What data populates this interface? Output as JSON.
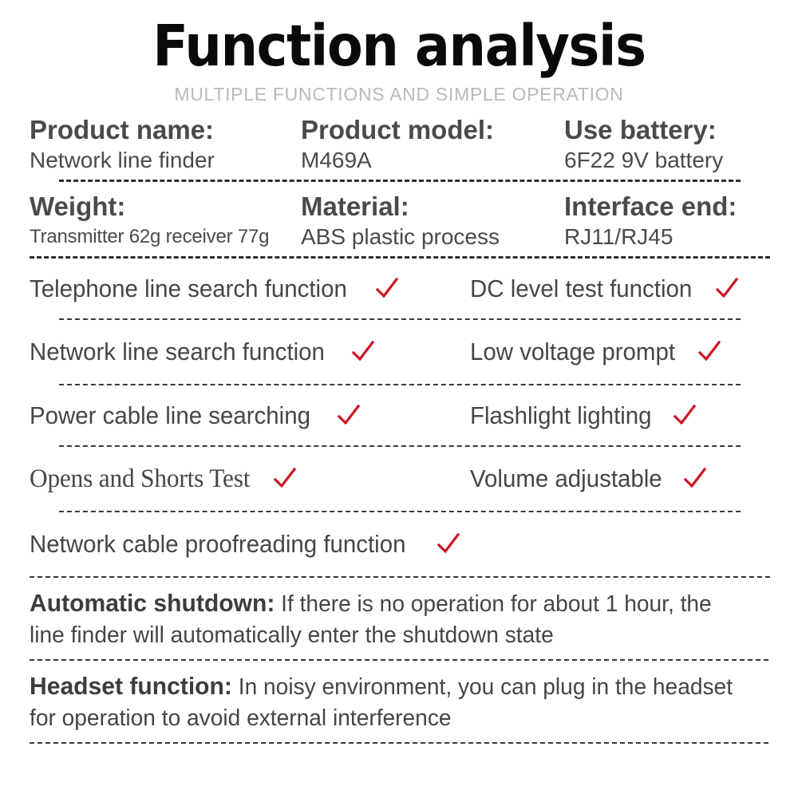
{
  "header": {
    "title": "Function analysis",
    "subtitle": "MULTIPLE FUNCTIONS AND SIMPLE OPERATION"
  },
  "colors": {
    "text": "#4a4a4a",
    "title": "#0a0a0a",
    "subtitle": "#b9b9b9",
    "check": "#cc1524",
    "dash": "#2e2e2e",
    "background": "#ffffff"
  },
  "specs": [
    {
      "cells": [
        {
          "label": "Product name:",
          "value": "Network line finder"
        },
        {
          "label": "Product model:",
          "value": "M469A"
        },
        {
          "label": "Use battery:",
          "value": "6F22 9V battery"
        }
      ]
    },
    {
      "cells": [
        {
          "label": "Weight:",
          "value": "Transmitter 62g receiver 77g"
        },
        {
          "label": "Material:",
          "value": "ABS plastic process"
        },
        {
          "label": "Interface end:",
          "value": "RJ11/RJ45"
        }
      ]
    }
  ],
  "features": [
    {
      "left": {
        "text": "Telephone line search function",
        "check": "check-icon"
      },
      "right": {
        "text": "DC level test function",
        "check": "check-icon"
      }
    },
    {
      "left": {
        "text": "Network line search function",
        "check": "check-icon"
      },
      "right": {
        "text": "Low voltage prompt",
        "check": "check-icon"
      }
    },
    {
      "left": {
        "text": "Power cable line searching",
        "check": "check-icon"
      },
      "right": {
        "text": "Flashlight lighting",
        "check": "check-icon"
      }
    },
    {
      "left": {
        "text": "Opens and Shorts Test",
        "check": "check-icon"
      },
      "right": {
        "text": "Volume adjustable",
        "check": "check-icon"
      }
    }
  ],
  "feature_full": {
    "text": "Network cable proofreading function",
    "check": "check-icon"
  },
  "paragraphs": [
    {
      "label": "Automatic shutdown:",
      "body": " If there is no operation for about 1 hour, the line finder will automatically enter the shutdown state"
    },
    {
      "label": "Headset function:",
      "body": " In noisy environment, you can plug in the headset for operation to avoid external interference"
    }
  ]
}
